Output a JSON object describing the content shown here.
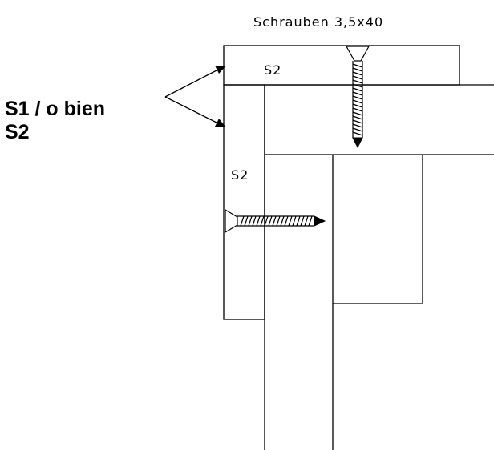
{
  "diagram": {
    "screw_caption": "Schrauben 3,5x40",
    "top_batten_label": "S2",
    "side_batten_label": "S2",
    "left_note_line1": "S1 / o bien",
    "left_note_line2": "S2"
  },
  "colors": {
    "line": "#000000",
    "background": "#ffffff"
  }
}
